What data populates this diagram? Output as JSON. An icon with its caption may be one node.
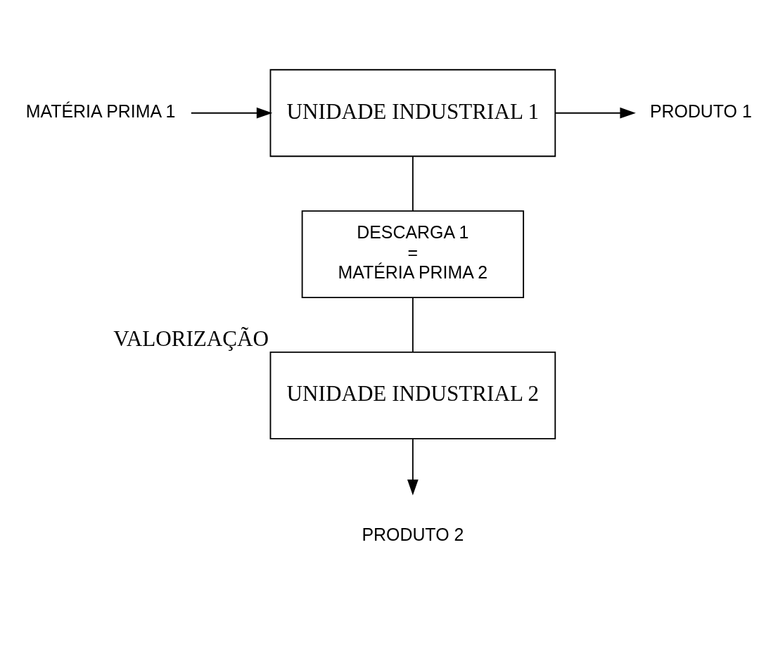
{
  "diagram": {
    "nodes": [
      {
        "text": [
          "MATÉRIA PRIMA 1"
        ]
      },
      {
        "text": [
          "UNIDADE INDUSTRIAL 1"
        ]
      },
      {
        "text": [
          "PRODUTO 1"
        ]
      },
      {
        "text": [
          "DESCARGA 1",
          "=",
          "MATÉRIA PRIMA 2"
        ]
      },
      {
        "text": [
          "UNIDADE INDUSTRIAL 2"
        ],
        "beside": [
          "VALORIZAÇÃO"
        ]
      },
      {
        "text": [
          "PRODUTO 2"
        ]
      }
    ],
    "edges": [
      {
        "from": 0,
        "to": 1,
        "arrow": "to"
      },
      {
        "from": 1,
        "to": 2,
        "arrow": "to"
      },
      {
        "from": 1,
        "to": 3,
        "arrow": "none"
      },
      {
        "from": 3,
        "to": 4,
        "arrow": "none"
      },
      {
        "from": 4,
        "to": 5,
        "arrow": "to"
      }
    ]
  }
}
